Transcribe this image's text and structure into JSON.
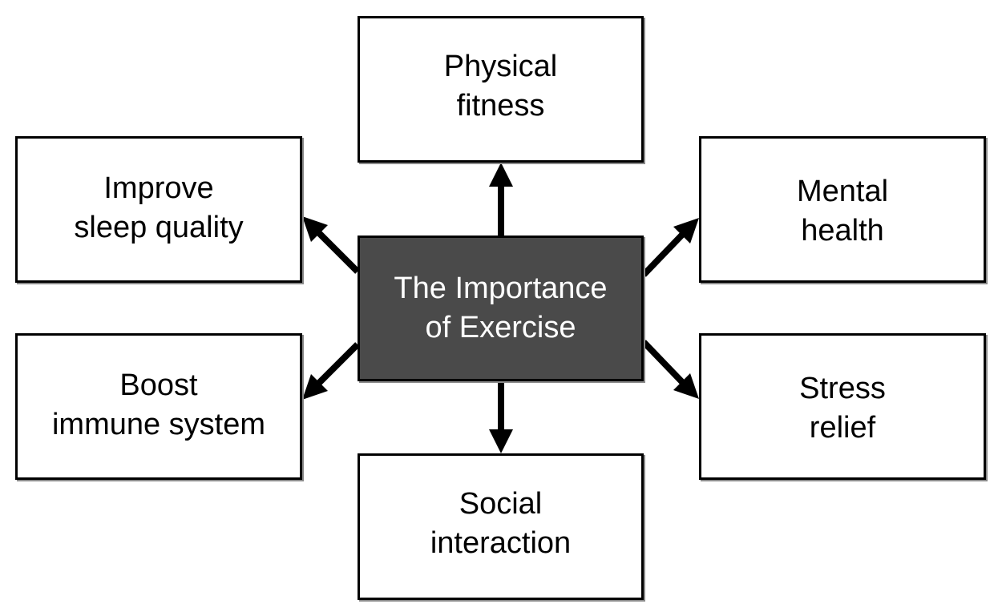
{
  "center": {
    "line1": "The Importance",
    "line2": "of Exercise"
  },
  "nodes": {
    "physical_fitness": {
      "line1": "Physical",
      "line2": "fitness"
    },
    "sleep_quality": {
      "line1": "Improve",
      "line2": "sleep quality"
    },
    "mental_health": {
      "line1": "Mental",
      "line2": "health"
    },
    "immune_system": {
      "line1": "Boost",
      "line2": "immune system"
    },
    "stress_relief": {
      "line1": "Stress",
      "line2": "relief"
    },
    "social_interaction": {
      "line1": "Social",
      "line2": "interaction"
    }
  },
  "colors": {
    "center_fill": "#4a4a4a",
    "center_text": "#ffffff",
    "box_fill": "#ffffff",
    "border": "#000000",
    "shadow": "#8a8a8a",
    "arrow": "#000000"
  }
}
